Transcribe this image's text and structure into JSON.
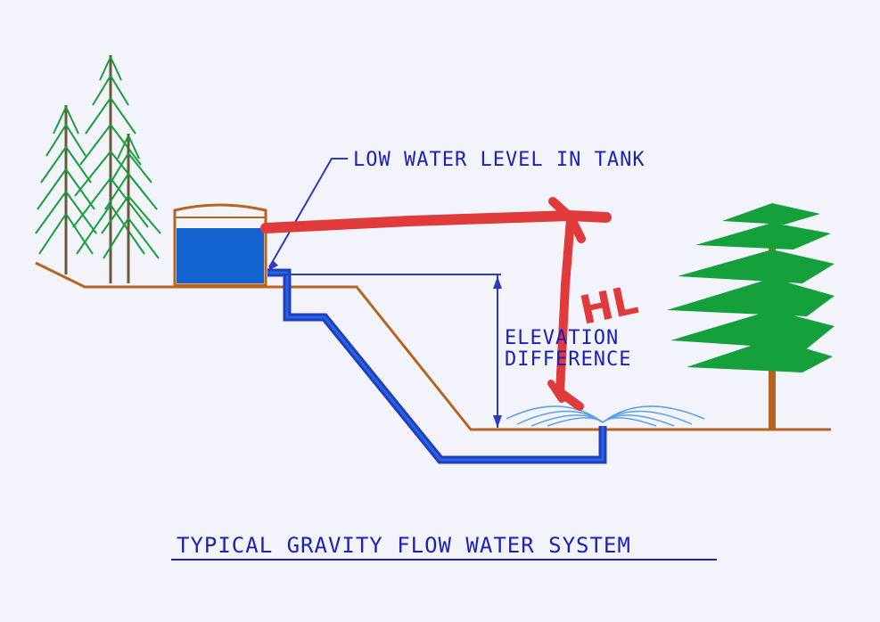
{
  "diagram": {
    "tank_label": "LOW WATER LEVEL IN TANK",
    "elevation_label_line1": "ELEVATION",
    "elevation_label_line2": "DIFFERENCE",
    "caption": "TYPICAL GRAVITY FLOW WATER SYSTEM",
    "annotation": "HL"
  },
  "colors": {
    "background": "#f3f4fb",
    "ground": "#b5651d",
    "pipe": "#2a3bbf",
    "water": "#1464d0",
    "text": "#1a22b8",
    "tree_green": "#14a03a",
    "trunk": "#6b5a3a",
    "annotation_red": "#e03a3a",
    "spray": "#5aa0e8"
  }
}
